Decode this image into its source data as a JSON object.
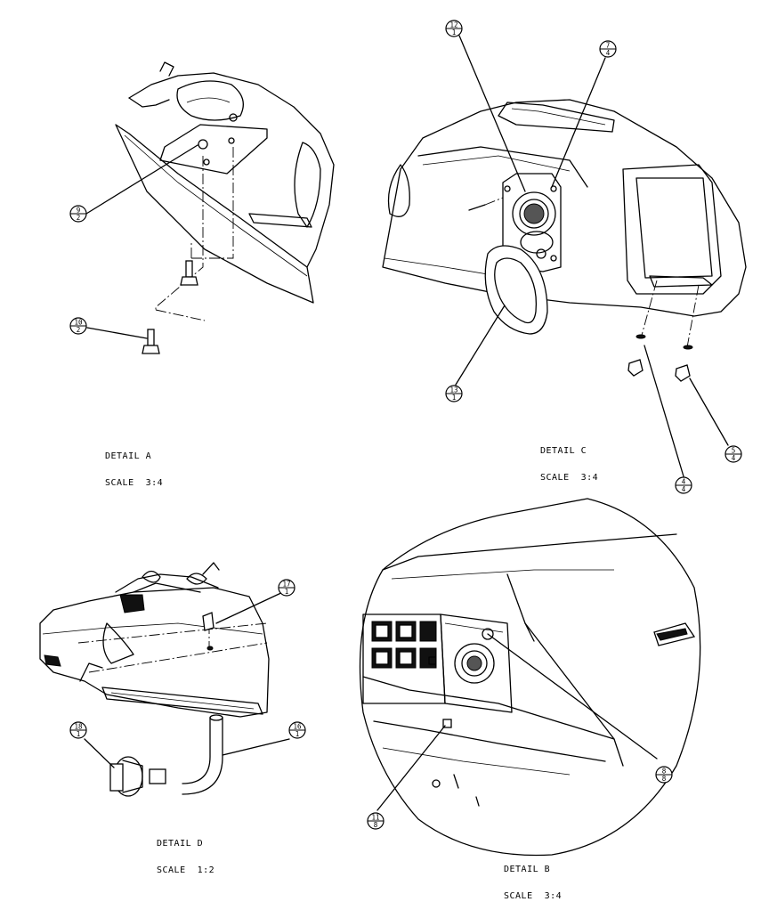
{
  "details": [
    {
      "id": "A",
      "title": "DETAIL A",
      "scale": "SCALE  3:4"
    },
    {
      "id": "C",
      "title": "DETAIL C",
      "scale": "SCALE  3:4"
    },
    {
      "id": "D",
      "title": "DETAIL D",
      "scale": "SCALE  1:2"
    },
    {
      "id": "B",
      "title": "DETAIL B",
      "scale": "SCALE  3:4"
    }
  ],
  "balloons": [
    {
      "item": "9",
      "qty": "2"
    },
    {
      "item": "10",
      "qty": "2"
    },
    {
      "item": "12",
      "qty": "1"
    },
    {
      "item": "7",
      "qty": "4"
    },
    {
      "item": "13",
      "qty": "1"
    },
    {
      "item": "4",
      "qty": "4"
    },
    {
      "item": "5",
      "qty": "4"
    },
    {
      "item": "17",
      "qty": "1"
    },
    {
      "item": "18",
      "qty": "1"
    },
    {
      "item": "16",
      "qty": "1"
    },
    {
      "item": "8",
      "qty": "8"
    },
    {
      "item": "11",
      "qty": "8"
    }
  ]
}
